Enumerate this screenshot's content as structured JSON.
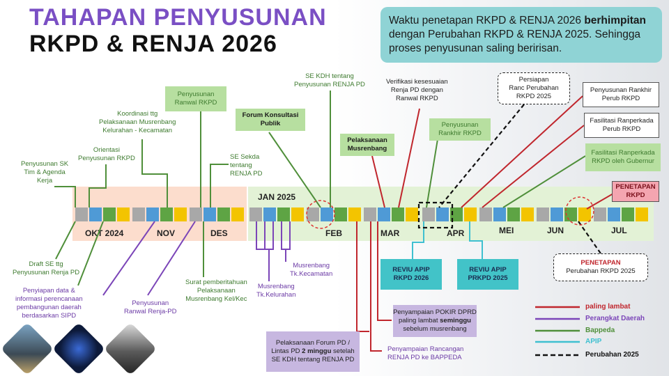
{
  "title": {
    "line1": "TAHAPAN PENYUSUNAN",
    "line2": "RKPD & RENJA 2026"
  },
  "note": {
    "prefix": "Waktu penetapan RKPD & RENJA 2026 ",
    "bold": "berhimpitan",
    "rest": " dengan Perubahan RKPD & RENJA 2025. Sehingga proses penyusunan saling beririsan."
  },
  "months": [
    "OKT 2024",
    "NOV",
    "DES",
    "FEB",
    "MAR",
    "APR",
    "MEI",
    "JUN",
    "JUL"
  ],
  "jan_label": "JAN 2025",
  "top_labels": {
    "sk_tim": "Penyusunan SK\nTim & Agenda\nKerja",
    "orientasi": "Orientasi\nPenyusunan RKPD",
    "koordinasi": "Koordinasi ttg\nPelaksanaan Musrenbang\nKelurahan - Kecamatan",
    "ranwal_rkpd": "Penyusunan\nRanwal RKPD",
    "se_sekda": "SE Sekda\ntentang\nRENJA PD",
    "forum_publik": "Forum Konsultasi\nPublik",
    "se_kdh": "SE KDH tentang\nPenyusunan RENJA PD",
    "pelaksanaan_musrenbang": "Pelaksanaan\nMusrenbang",
    "verifikasi": "Verifikasi kesesuaian\nRenja PD dengan\nRanwal RKPD",
    "rankhir_rkpd": "Penyusunan\nRankhir RKPD",
    "persiapan": "Persiapan\nRanc Perubahan\nRKPD 2025",
    "rankhir_perub": "Penyusunan Rankhir\nPerub RKPD",
    "fasilitasi_ranperkada": "Fasilitasi Ranperkada\nPerub RKPD",
    "fasilitasi_gubernur": "Fasilitasi Ranperkada\nRKPD oleh Gubernur",
    "penetapan_rkpd": "PENETAPAN\nRKPD"
  },
  "bottom_labels": {
    "draft_se": "Draft SE ttg\nPenyusunan Renja PD",
    "penyiapan_data": "Penyiapan data &\ninformasi perencanaan\npembangunan daerah\nberdasarkan SIPD",
    "ranwal_renja": "Penyusunan\nRanwal Renja-PD",
    "surat_pemberitahuan": "Surat pemberitahuan\nPelaksanaan\nMusrenbang Kel/Kec",
    "musrenbang_kel": "Musrenbang\nTk.Kelurahan",
    "musrenbang_kec": "Musrenbang\nTk.Kecamatan",
    "forum_pd_pre": "Pelaksanaan Forum PD /\nLintas PD ",
    "forum_pd_bold": "2 minggu",
    "forum_pd_post": " setelah\nSE KDH tentang RENJA PD",
    "rancangan_renja": "Penyampaian Rancangan\nRENJA PD ke BAPPEDA",
    "pokir_pre": "Penyampaian POKIR DPRD\npaling lambat ",
    "pokir_bold": "seminggu",
    "pokir_post": "\nsebelum musrenbang",
    "reviu_2026": "REVIU APIP\nRKPD 2026",
    "reviu_2025": "REVIU APIP\nPRKPD 2025",
    "penetapan_perubahan_title": "PENETAPAN",
    "penetapan_perubahan_sub": "Perubahan RKPD 2025"
  },
  "legend": [
    {
      "label": "paling lambat",
      "color": "#c0262d",
      "dashed": false
    },
    {
      "label": "Perangkat Daerah",
      "color": "#7b45b8",
      "dashed": false
    },
    {
      "label": "Bappeda",
      "color": "#4f8f3a",
      "dashed": false
    },
    {
      "label": "APIP",
      "color": "#3fc0d0",
      "dashed": false
    },
    {
      "label": "Perubahan 2025",
      "color": "#111111",
      "dashed": true
    }
  ],
  "colors": {
    "grey": "#a8a8a8",
    "blue": "#4f9ad6",
    "green": "#5ea444",
    "yellow": "#f3c400",
    "peach": "#fbd7c4",
    "mint": "#e3f2d6"
  }
}
